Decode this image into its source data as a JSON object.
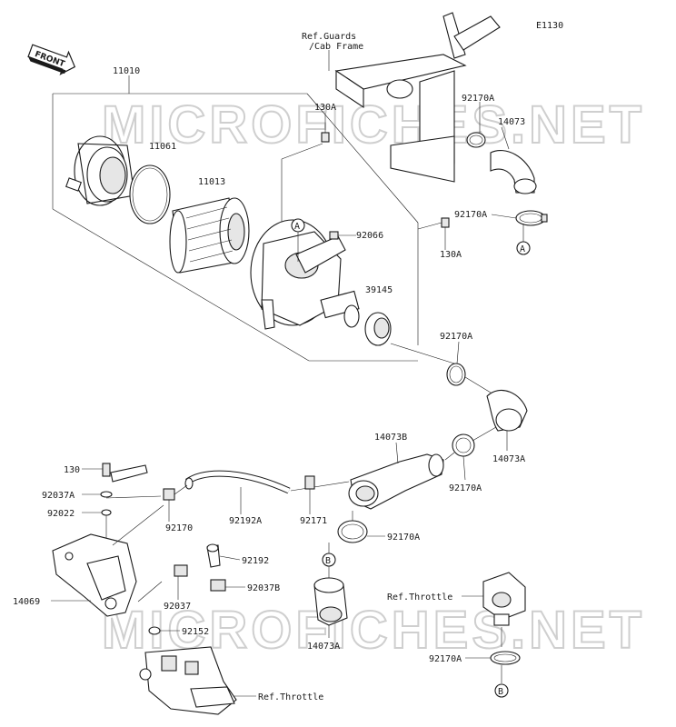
{
  "diagram_code": "E1130",
  "front_label": "FRONT",
  "watermark": "MICROFICHES.NET",
  "refs": {
    "guards_line1": "Ref.Guards",
    "guards_line2": "/Cab Frame",
    "throttle_upper": "Ref.Throttle",
    "throttle_lower": "Ref.Throttle"
  },
  "callouts": {
    "A": "A",
    "B": "B"
  },
  "parts": {
    "p11010": "11010",
    "p11061": "11061",
    "p11013": "11013",
    "p130A_top": "130A",
    "p92066": "92066",
    "p130A_right": "130A",
    "p92170A_top": "92170A",
    "p14073": "14073",
    "p92170A_a": "92170A",
    "p39145": "39145",
    "p92170A_mid": "92170A",
    "p14073A_top": "14073A",
    "p14073B": "14073B",
    "p92170A_b": "92170A",
    "p92170A_c": "92170A",
    "p130": "130",
    "p92037A": "92037A",
    "p92022": "92022",
    "p92170": "92170",
    "p92192A": "92192A",
    "p92171": "92171",
    "p92192": "92192",
    "p92037": "92037",
    "p92037B": "92037B",
    "p14069": "14069",
    "p92152": "92152",
    "p14073A_bottom": "14073A",
    "p92170A_bottom": "92170A"
  }
}
